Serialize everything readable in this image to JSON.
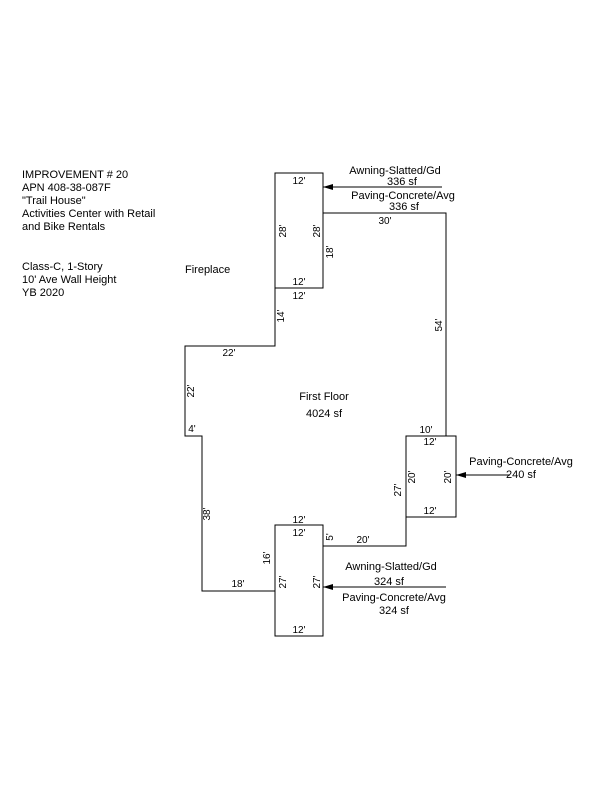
{
  "header": {
    "lines": [
      "IMPROVEMENT # 20",
      "APN 408-38-087F",
      "\"Trail House\"",
      "Activities Center with Retail",
      "and Bike Rentals"
    ]
  },
  "details": {
    "lines": [
      "Class-C, 1-Story",
      "10' Ave Wall Height",
      "YB 2020"
    ]
  },
  "labels": {
    "fireplace": "Fireplace",
    "first_floor": "First Floor",
    "first_floor_area": "4024 sf",
    "top_awning": "Awning-Slatted/Gd",
    "top_awning_area": "336 sf",
    "top_paving": "Paving-Concrete/Avg",
    "top_paving_area": "336 sf",
    "right_paving": "Paving-Concrete/Avg",
    "right_paving_area": "240 sf",
    "bottom_awning": "Awning-Slatted/Gd",
    "bottom_awning_area": "324 sf",
    "bottom_paving": "Paving-Concrete/Avg",
    "bottom_paving_area": "324 sf"
  },
  "dimensions": {
    "top_rect_top": "12'",
    "top_rect_left": "28'",
    "top_rect_right": "28'",
    "top_rect_bottom_in": "12'",
    "top_rect_bottom_out": "12'",
    "right_upper": "18'",
    "top_right": "30'",
    "right_long": "54'",
    "notch_left_upper": "14'",
    "notch_horizontal": "22'",
    "left_upper": "22'",
    "left_jog": "4'",
    "left_lower": "38'",
    "bottom_left": "18'",
    "bottom_rect_top_out": "12'",
    "bottom_rect_top_in": "12'",
    "bottom_rect_left_out": "16'",
    "bottom_rect_left": "27'",
    "bottom_rect_right": "27'",
    "bottom_rect_bottom": "12'",
    "bottom_step_small": "5'",
    "bottom_step_horizontal": "20'",
    "right_rect_left_out": "27'",
    "right_rect_top_out": "10'",
    "right_rect_top": "12'",
    "right_rect_left": "20'",
    "right_rect_right": "20'",
    "right_rect_bottom": "12'"
  }
}
